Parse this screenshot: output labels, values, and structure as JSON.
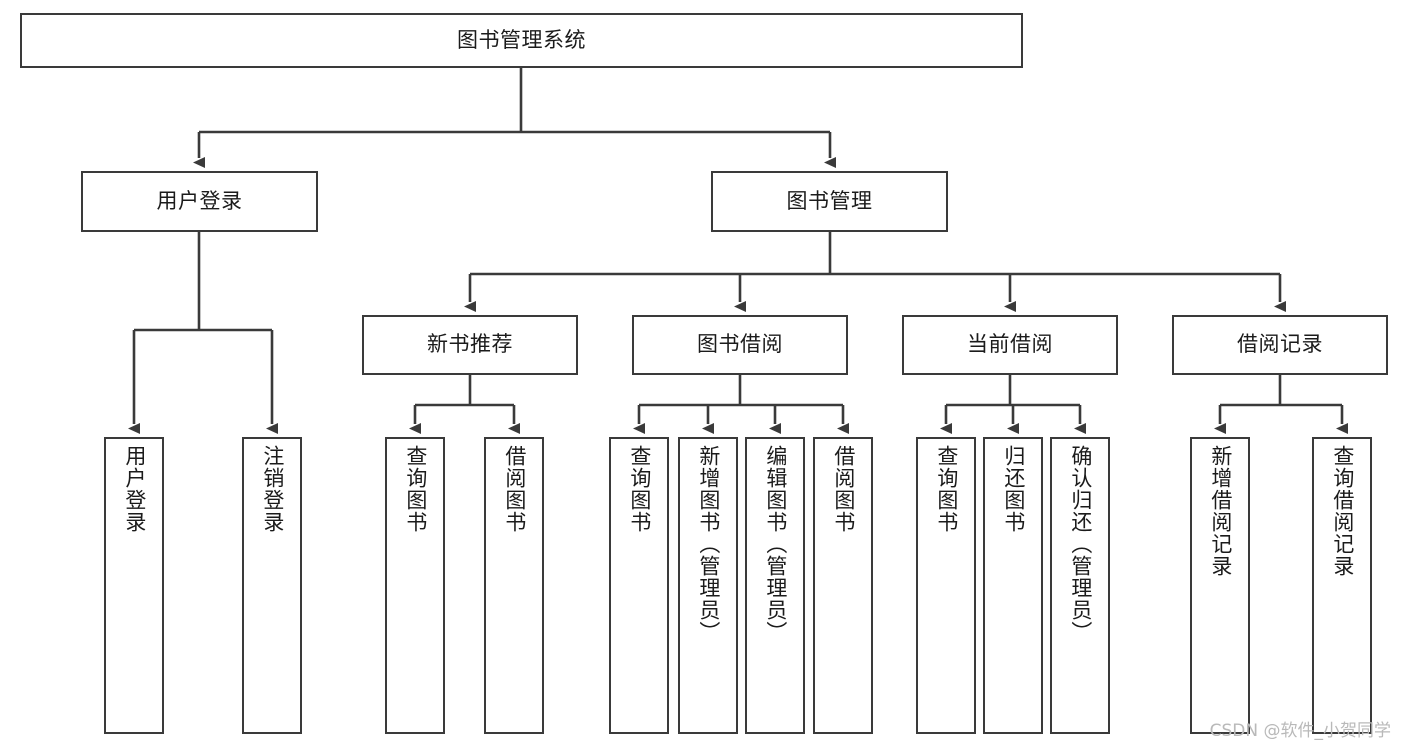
{
  "diagram": {
    "title": "图书管理系统",
    "type": "tree",
    "watermark": "CSDN @软件_小贺同学",
    "stroke_color": "#3a3a3a",
    "fill_color": "#ffffff",
    "text_color": "#1b1b1b",
    "watermark_color": "#b9b9b9",
    "nodes": {
      "root": {
        "label": "图书管理系统",
        "level": 0
      },
      "user_login": {
        "label": "用户登录",
        "level": 1
      },
      "book_manage": {
        "label": "图书管理",
        "level": 1
      },
      "new_book_rec": {
        "label": "新书推荐",
        "level": 2
      },
      "book_borrow": {
        "label": "图书借阅",
        "level": 2
      },
      "current_borrow": {
        "label": "当前借阅",
        "level": 2
      },
      "borrow_record": {
        "label": "借阅记录",
        "level": 2
      },
      "leaf_user_login": {
        "label": "用户登录",
        "level": 3
      },
      "leaf_user_logout": {
        "label": "注销登录",
        "level": 3
      },
      "leaf_query_book_1": {
        "label": "查询图书",
        "level": 3
      },
      "leaf_borrow_book_1": {
        "label": "借阅图书",
        "level": 3
      },
      "leaf_query_book_2": {
        "label": "查询图书",
        "level": 3
      },
      "leaf_add_book": {
        "label": "新增图书（管理员）",
        "level": 3
      },
      "leaf_edit_book": {
        "label": "编辑图书（管理员）",
        "level": 3
      },
      "leaf_borrow_book_2": {
        "label": "借阅图书",
        "level": 3
      },
      "leaf_query_book_3": {
        "label": "查询图书",
        "level": 3
      },
      "leaf_return_book": {
        "label": "归还图书",
        "level": 3
      },
      "leaf_confirm_return": {
        "label": "确认归还（管理员）",
        "level": 3
      },
      "leaf_add_record": {
        "label": "新增借阅记录",
        "level": 3
      },
      "leaf_query_record": {
        "label": "查询借阅记录",
        "level": 3
      }
    },
    "edges": [
      {
        "from": "root",
        "to": "user_login"
      },
      {
        "from": "root",
        "to": "book_manage"
      },
      {
        "from": "user_login",
        "to": "leaf_user_login"
      },
      {
        "from": "user_login",
        "to": "leaf_user_logout"
      },
      {
        "from": "book_manage",
        "to": "new_book_rec"
      },
      {
        "from": "book_manage",
        "to": "book_borrow"
      },
      {
        "from": "book_manage",
        "to": "current_borrow"
      },
      {
        "from": "book_manage",
        "to": "borrow_record"
      },
      {
        "from": "new_book_rec",
        "to": "leaf_query_book_1"
      },
      {
        "from": "new_book_rec",
        "to": "leaf_borrow_book_1"
      },
      {
        "from": "book_borrow",
        "to": "leaf_query_book_2"
      },
      {
        "from": "book_borrow",
        "to": "leaf_add_book"
      },
      {
        "from": "book_borrow",
        "to": "leaf_edit_book"
      },
      {
        "from": "book_borrow",
        "to": "leaf_borrow_book_2"
      },
      {
        "from": "current_borrow",
        "to": "leaf_query_book_3"
      },
      {
        "from": "current_borrow",
        "to": "leaf_return_book"
      },
      {
        "from": "current_borrow",
        "to": "leaf_confirm_return"
      },
      {
        "from": "borrow_record",
        "to": "leaf_add_record"
      },
      {
        "from": "borrow_record",
        "to": "leaf_query_record"
      }
    ]
  }
}
